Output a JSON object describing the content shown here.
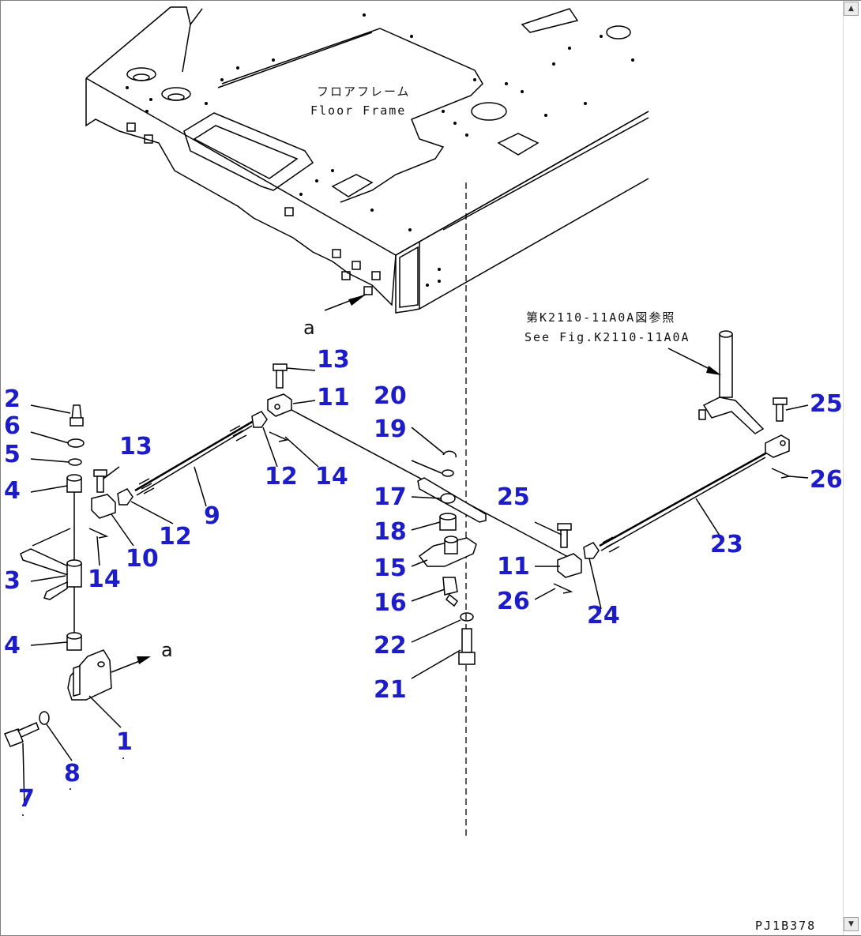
{
  "floor_frame": {
    "label_ja": "フロアフレーム",
    "label_en": "Floor Frame"
  },
  "reference": {
    "label_ja": "第K2110-11A0A図参照",
    "label_en": "See Fig.K2110-11A0A"
  },
  "view_letter": "a",
  "drawing_code": "PJ1B378",
  "callouts": {
    "c1": "1",
    "c2": "2",
    "c3": "3",
    "c4a": "4",
    "c4b": "4",
    "c5": "5",
    "c6": "6",
    "c7": "7",
    "c8": "8",
    "c9": "9",
    "c10": "10",
    "c11a": "11",
    "c11b": "11",
    "c12a": "12",
    "c12b": "12",
    "c13a": "13",
    "c13b": "13",
    "c14a": "14",
    "c14b": "14",
    "c15": "15",
    "c16": "16",
    "c17": "17",
    "c18": "18",
    "c19": "19",
    "c20": "20",
    "c21": "21",
    "c22": "22",
    "c23": "23",
    "c24": "24",
    "c25a": "25",
    "c25b": "25",
    "c26a": "26",
    "c26b": "26"
  },
  "scrollbar": {
    "up": "▲",
    "down": "▼"
  }
}
